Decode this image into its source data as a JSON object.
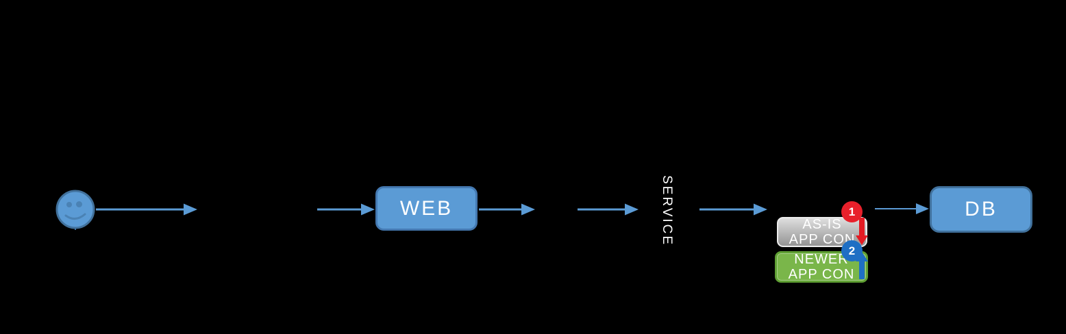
{
  "canvas": {
    "background": "#000000",
    "accent_blue": "#5b9bd5"
  },
  "flow": {
    "user": {
      "icon": "smiley-face-icon",
      "fill": "#5b9bd5",
      "stroke": "#41719c"
    },
    "web_box": {
      "label": "WEB",
      "fill": "#5b9bd5",
      "text_color": "#ffffff"
    },
    "service_label": {
      "label": "SERVICE",
      "text_color": "#ffffff"
    },
    "asis_box": {
      "line1": "AS-IS",
      "line2": "APP CON",
      "fill_top": "#dedede",
      "fill_bottom": "#949494",
      "text_color": "#ffffff"
    },
    "newer_box": {
      "line1": "NEWER",
      "line2": "APP CON",
      "fill": "#7ab64a",
      "border": "#5f9f33",
      "text_color": "#ffffff"
    },
    "db_box": {
      "label": "DB",
      "fill": "#5b9bd5",
      "text_color": "#ffffff"
    },
    "badge_1": {
      "label": "1",
      "color": "#e8202b"
    },
    "badge_2": {
      "label": "2",
      "color": "#1f6fc4"
    },
    "arrows": {
      "flow_color": "#5b9bd5",
      "swap_out_color": "#e31b23",
      "swap_in_color": "#1f6fc4"
    }
  }
}
